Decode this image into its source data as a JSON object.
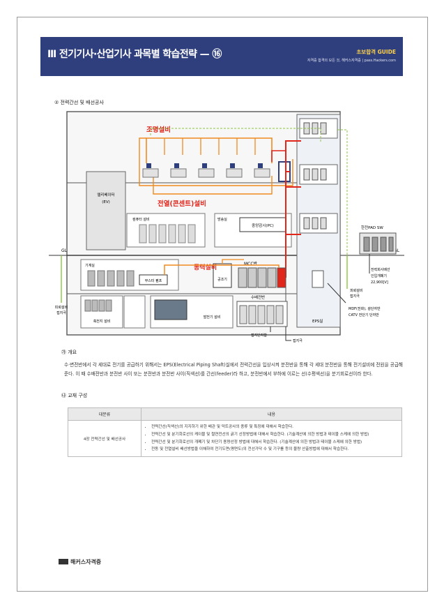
{
  "header": {
    "title": "Ⅲ 전기기사·산업기사 과목별 학습전략 — ⑯",
    "guide_label": "초보합격 GUIDE",
    "subtitle": "자격증 합격의 모든 것, 해커스자격증 | pass.Hackers.com"
  },
  "section": {
    "heading": "② 전력간선 및 배선공사"
  },
  "diagram": {
    "label_lighting": "조명설비",
    "label_outlet": "전열(콘센트)설비",
    "label_power": "동력설비",
    "label_elevator": "엘리베이터\n(EV)",
    "label_computer": "컴퓨터 설비",
    "label_broadcast": "방송실",
    "label_central_monitor": "중앙감시(PC)",
    "label_machine_room": "기계실",
    "label_booster_pump": "부스터 펌프",
    "label_air_handler": "공조기",
    "label_mcc": "MCC반",
    "label_battery": "축전지 설비",
    "label_generator": "발전기 설비",
    "label_receiving_panel": "수배전반",
    "label_eps": "EPS실",
    "label_gl_left": "GL",
    "label_gl_right": "GL",
    "label_pad": "한전PAD SW",
    "label_kepco": "전력회사배선\n인입개폐기\n22,900[V]",
    "label_mdf": "MDF(전화), 광단자반\nCATV 전단기 단자반",
    "label_ground_electrode": "접지단자함",
    "label_ground": "접지극",
    "label_lightning_left": "피뢰설비\n접지극",
    "label_lightning_right": "피뢰설비\n접지극"
  },
  "overview": {
    "heading": "㉮ 개요",
    "text": "수·변전반에서 각 세대로 전기를 공급하기 위해서는 EPS(Electrical Piping Shaft)실에서 전력간선을 입상시켜 분전반을 통해 각 세대 분전반을 통해 전기설비에 전원을 공급해 준다. 이 때 수배전반과 분전반 사이 또는 분전반과 분전반 사이(직색선)를 간선(feeder)라 하고, 분전반에서 부하에 이르는 선(수평색선)을 분기회로선이라 한다."
  },
  "composition": {
    "heading": "㉯ 교재 구성"
  },
  "table": {
    "headers": [
      "대분류",
      "내용"
    ],
    "row_category": "4장 전력간선 및 배선공사",
    "items": [
      "전력간선(직색선)의 지지하기 위한 배관 및 덕트공사의 종류 및 특징에 대해서 학습한다.",
      "전력간선 및 분기회로선의 케이블 및 절연전선의 굵기 선정방법에 대해서 학습한다. (기술계산에 의한 방법과 테이블 스케에 의한 방법)",
      "전력간선 및 분기회로선의 개폐기 및 차단기 용량선정 방법에 대해서 학습한다. (기술계산에 의한 방법과 테이블 스케에 의한 방법)",
      "전동 및 전열설비 배선방법을 이해하여 전기도면(평면도)의 전선가닥 수 및 기구를 등의 물량 산출방법에 대해서 학습한다."
    ]
  },
  "footer": {
    "logo_text": "해커스자격증"
  },
  "colors": {
    "banner": "#2f3f7e",
    "accent_red": "#e0251b",
    "accent_orange": "#f08a1e",
    "guide_yellow": "#ffd24a",
    "ground_green": "#8cc63f"
  }
}
